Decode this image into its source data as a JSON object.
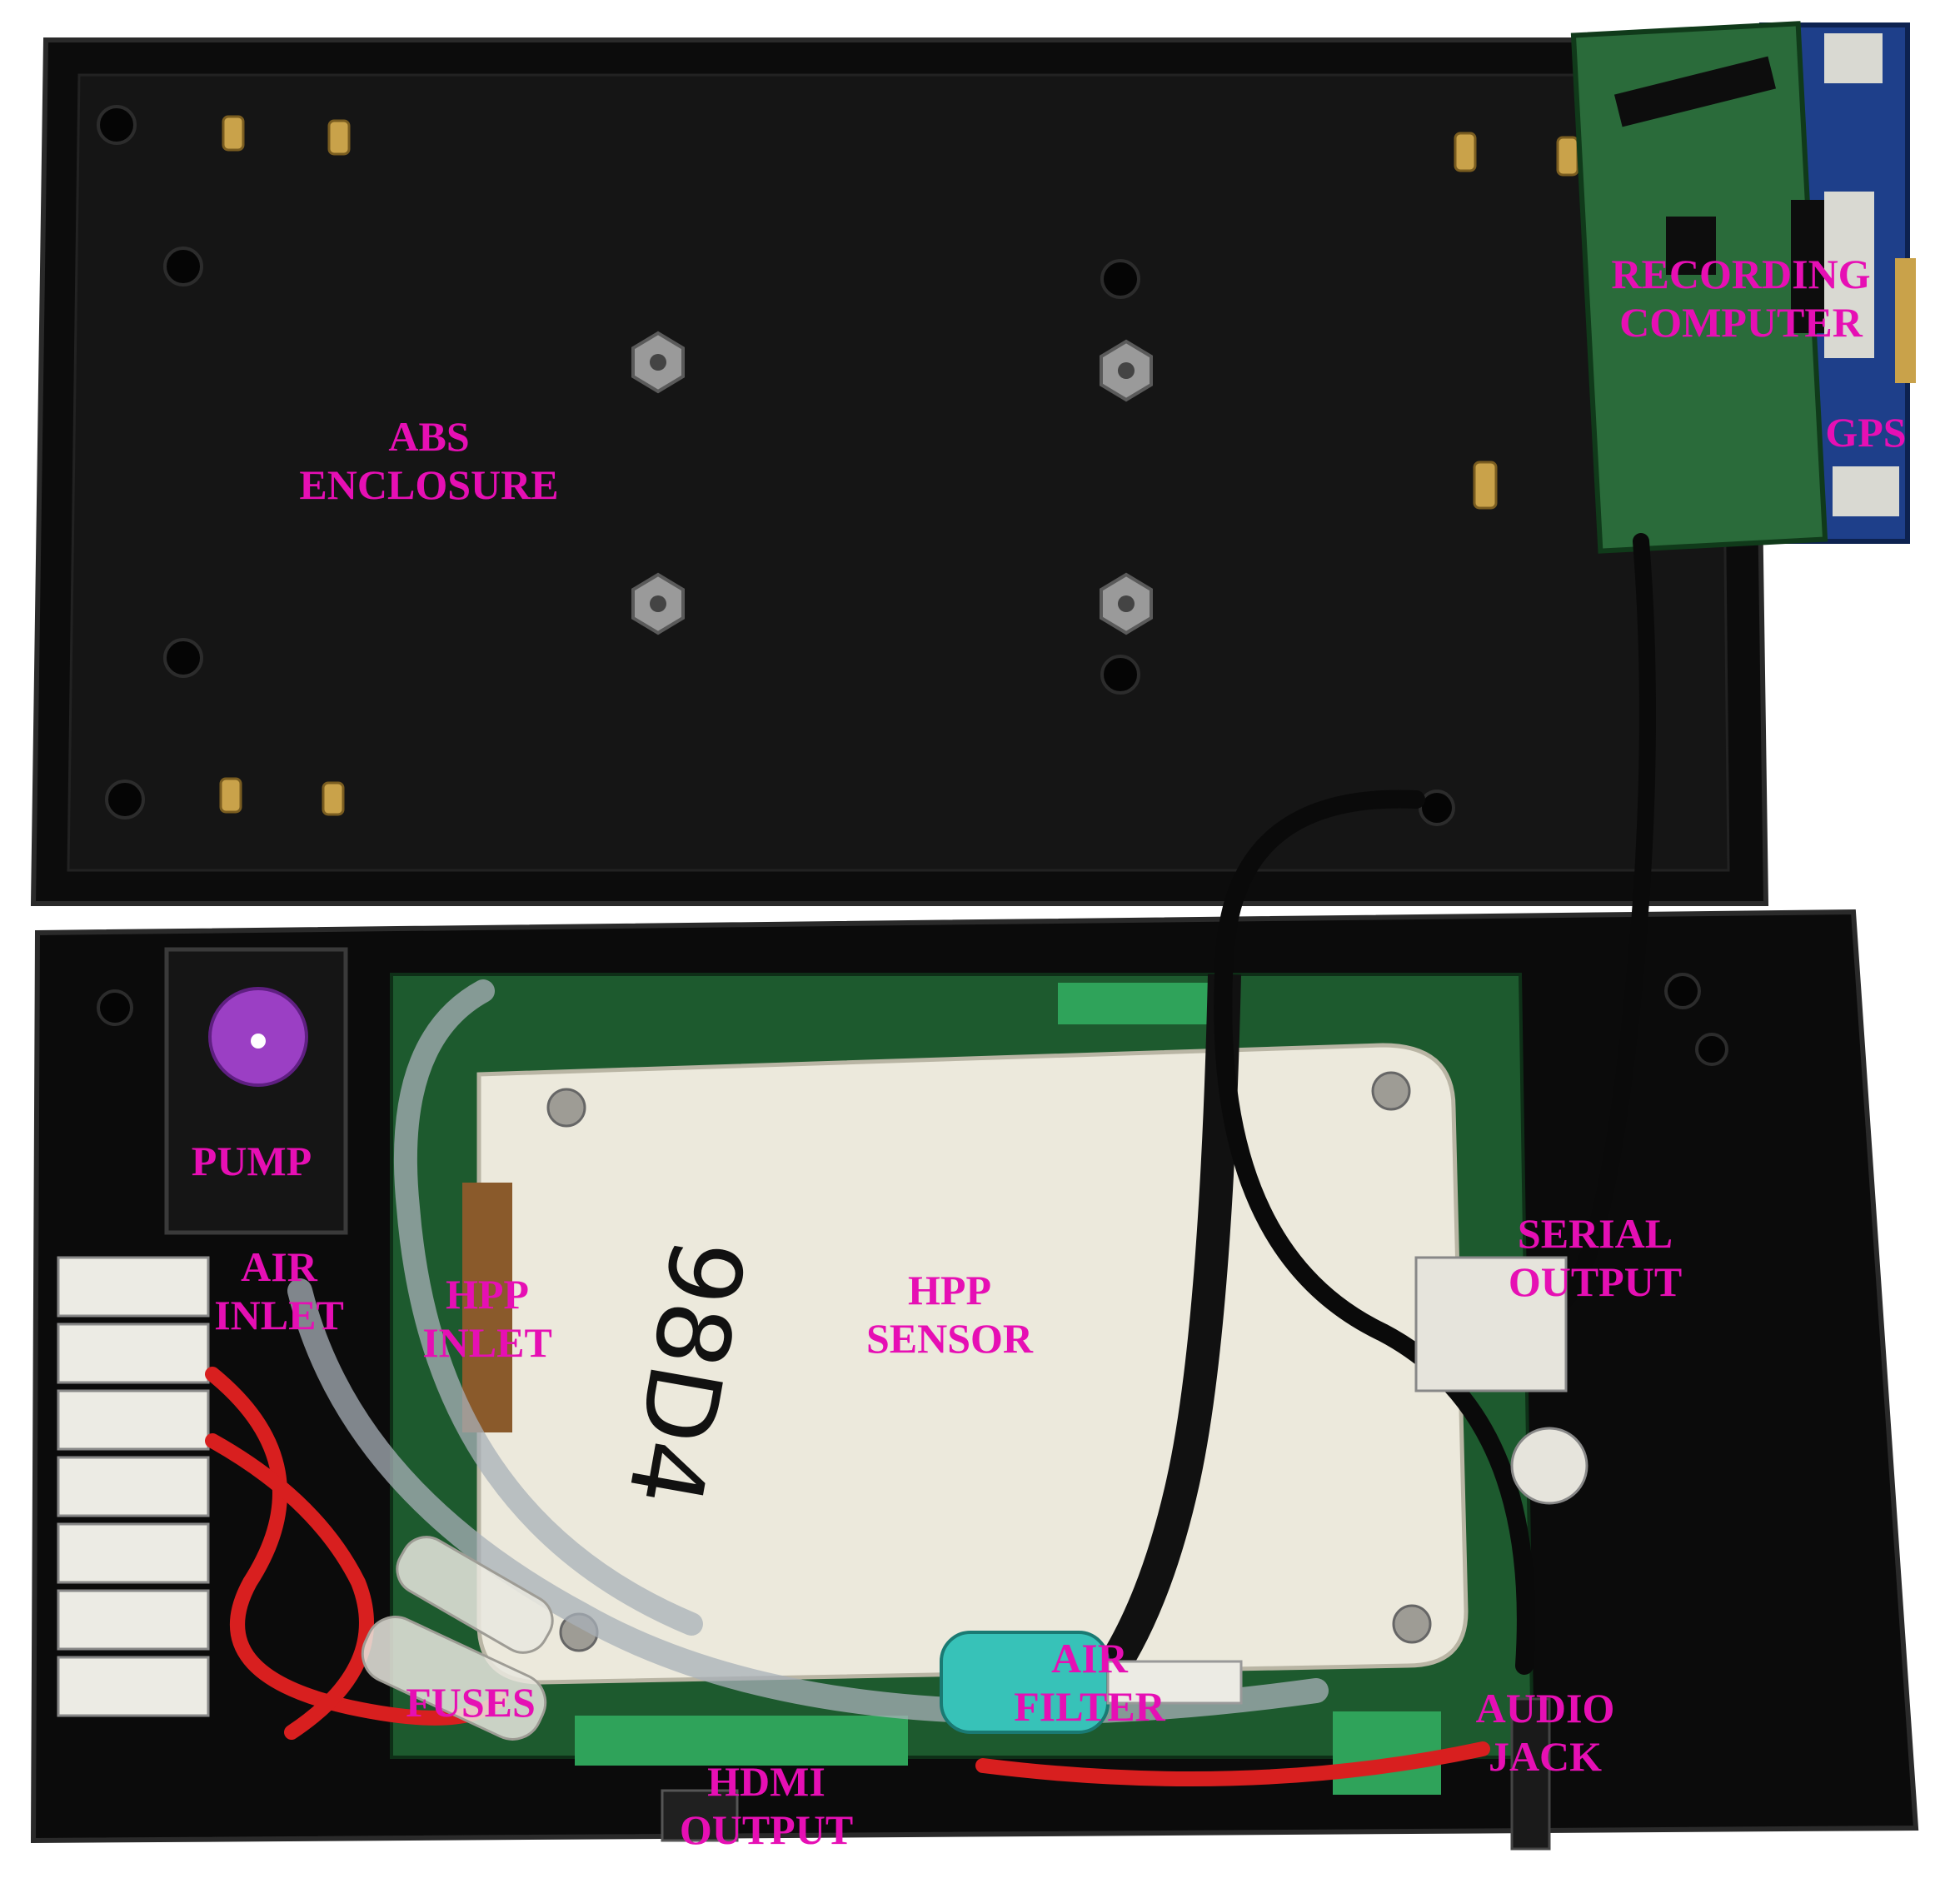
{
  "colors": {
    "label": "#e60fb4",
    "enclosure": "#111111",
    "sensor_housing": "#ece9dc",
    "pcb": "#1d5a2e",
    "pump_knob": "#9b3fc4",
    "air_filter": "#37c2b8",
    "wire_red": "#d81f1f"
  },
  "labels": {
    "abs_enclosure": [
      "ABS",
      "ENCLOSURE"
    ],
    "recording_computer": [
      "RECORDING",
      "COMPUTER"
    ],
    "gps": [
      "GPS"
    ],
    "pump": [
      "PUMP"
    ],
    "air_inlet": [
      "AIR",
      "INLET"
    ],
    "hpp_inlet": [
      "HPP",
      "INLET"
    ],
    "hpp_sensor": [
      "HPP",
      "SENSOR"
    ],
    "serial_output": [
      "SERIAL",
      "OUTPUT"
    ],
    "air_filter": [
      "AIR",
      "FILTER"
    ],
    "audio_jack": [
      "AUDIO",
      "JACK"
    ],
    "fuses": [
      "FUSES"
    ],
    "hdmi_output": [
      "HDMI",
      "OUTPUT"
    ]
  },
  "handwriting": "98D4"
}
